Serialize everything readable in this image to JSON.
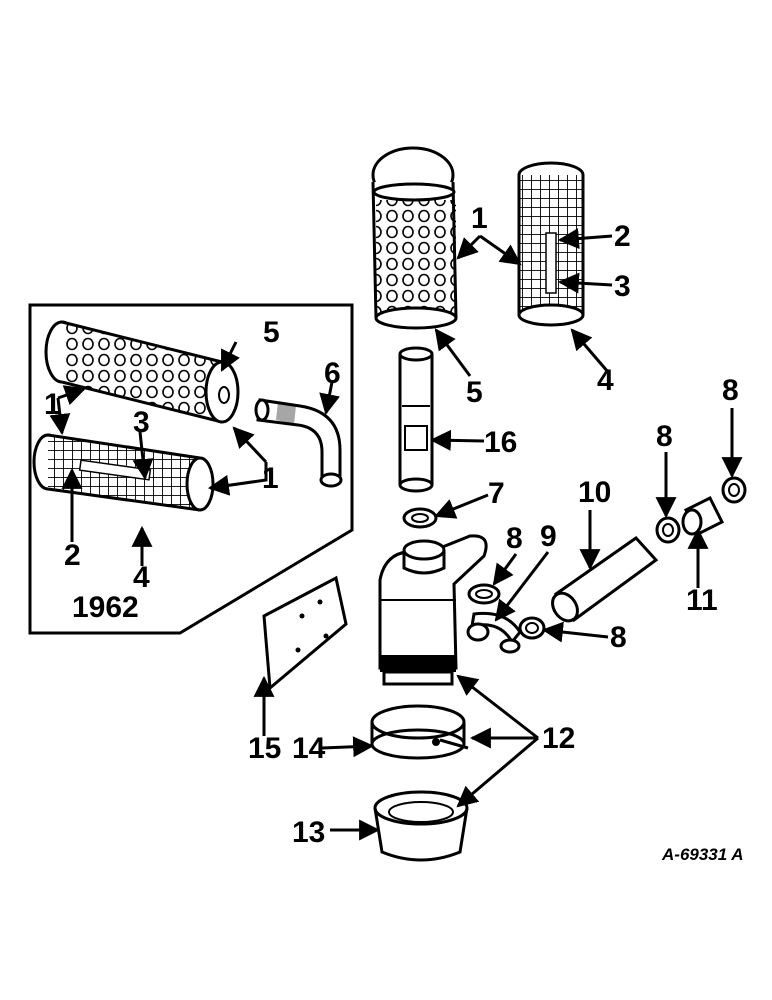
{
  "inset": {
    "year": "1962",
    "callouts": {
      "c1a": "1",
      "c1b": "1",
      "c2": "2",
      "c3": "3",
      "c4": "4",
      "c5": "5",
      "c6": "6"
    }
  },
  "main": {
    "callouts": {
      "c1": "1",
      "c2": "2",
      "c3": "3",
      "c4": "4",
      "c5": "5",
      "c16": "16",
      "c7": "7",
      "c8a": "8",
      "c9": "9",
      "c10": "10",
      "c8b": "8",
      "c8c": "8",
      "c8d": "8",
      "c11": "11",
      "c12": "12",
      "c14": "14",
      "c15": "15",
      "c13": "13"
    }
  },
  "figure_code": "A-69331 A"
}
